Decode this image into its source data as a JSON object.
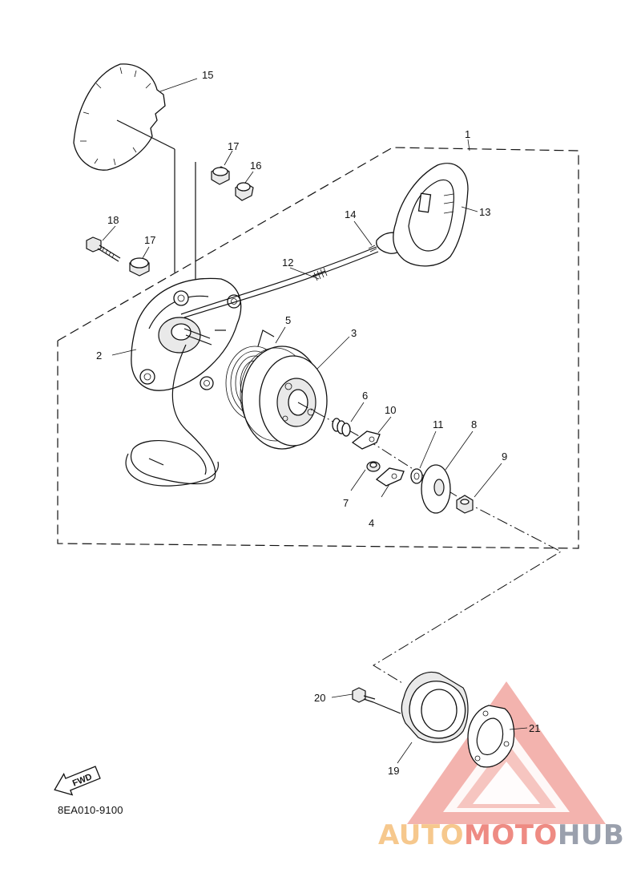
{
  "callouts": [
    {
      "id": "p1",
      "text": "1"
    },
    {
      "id": "p2",
      "text": "2"
    },
    {
      "id": "p3",
      "text": "3"
    },
    {
      "id": "p4",
      "text": "4"
    },
    {
      "id": "p5",
      "text": "5"
    },
    {
      "id": "p6",
      "text": "6"
    },
    {
      "id": "p7",
      "text": "7"
    },
    {
      "id": "p8",
      "text": "8"
    },
    {
      "id": "p9",
      "text": "9"
    },
    {
      "id": "p10",
      "text": "10"
    },
    {
      "id": "p11",
      "text": "11"
    },
    {
      "id": "p12",
      "text": "12"
    },
    {
      "id": "p13",
      "text": "13"
    },
    {
      "id": "p14",
      "text": "14"
    },
    {
      "id": "p15",
      "text": "15"
    },
    {
      "id": "p16",
      "text": "16"
    },
    {
      "id": "p17a",
      "text": "17"
    },
    {
      "id": "p17b",
      "text": "17"
    },
    {
      "id": "p18",
      "text": "18"
    },
    {
      "id": "p19",
      "text": "19"
    },
    {
      "id": "p20",
      "text": "20"
    },
    {
      "id": "p21",
      "text": "21"
    }
  ],
  "fwd_label": "FWD",
  "diagram_code": "8EA010-9100",
  "watermark": {
    "part1": "AUTO",
    "part2": "MOTO",
    "part3": "HUB",
    "colors": {
      "auto": "#f6c88d",
      "moto": "#ee8b83",
      "hub": "#9aa0ad",
      "triangle": "#ef9a93"
    }
  }
}
